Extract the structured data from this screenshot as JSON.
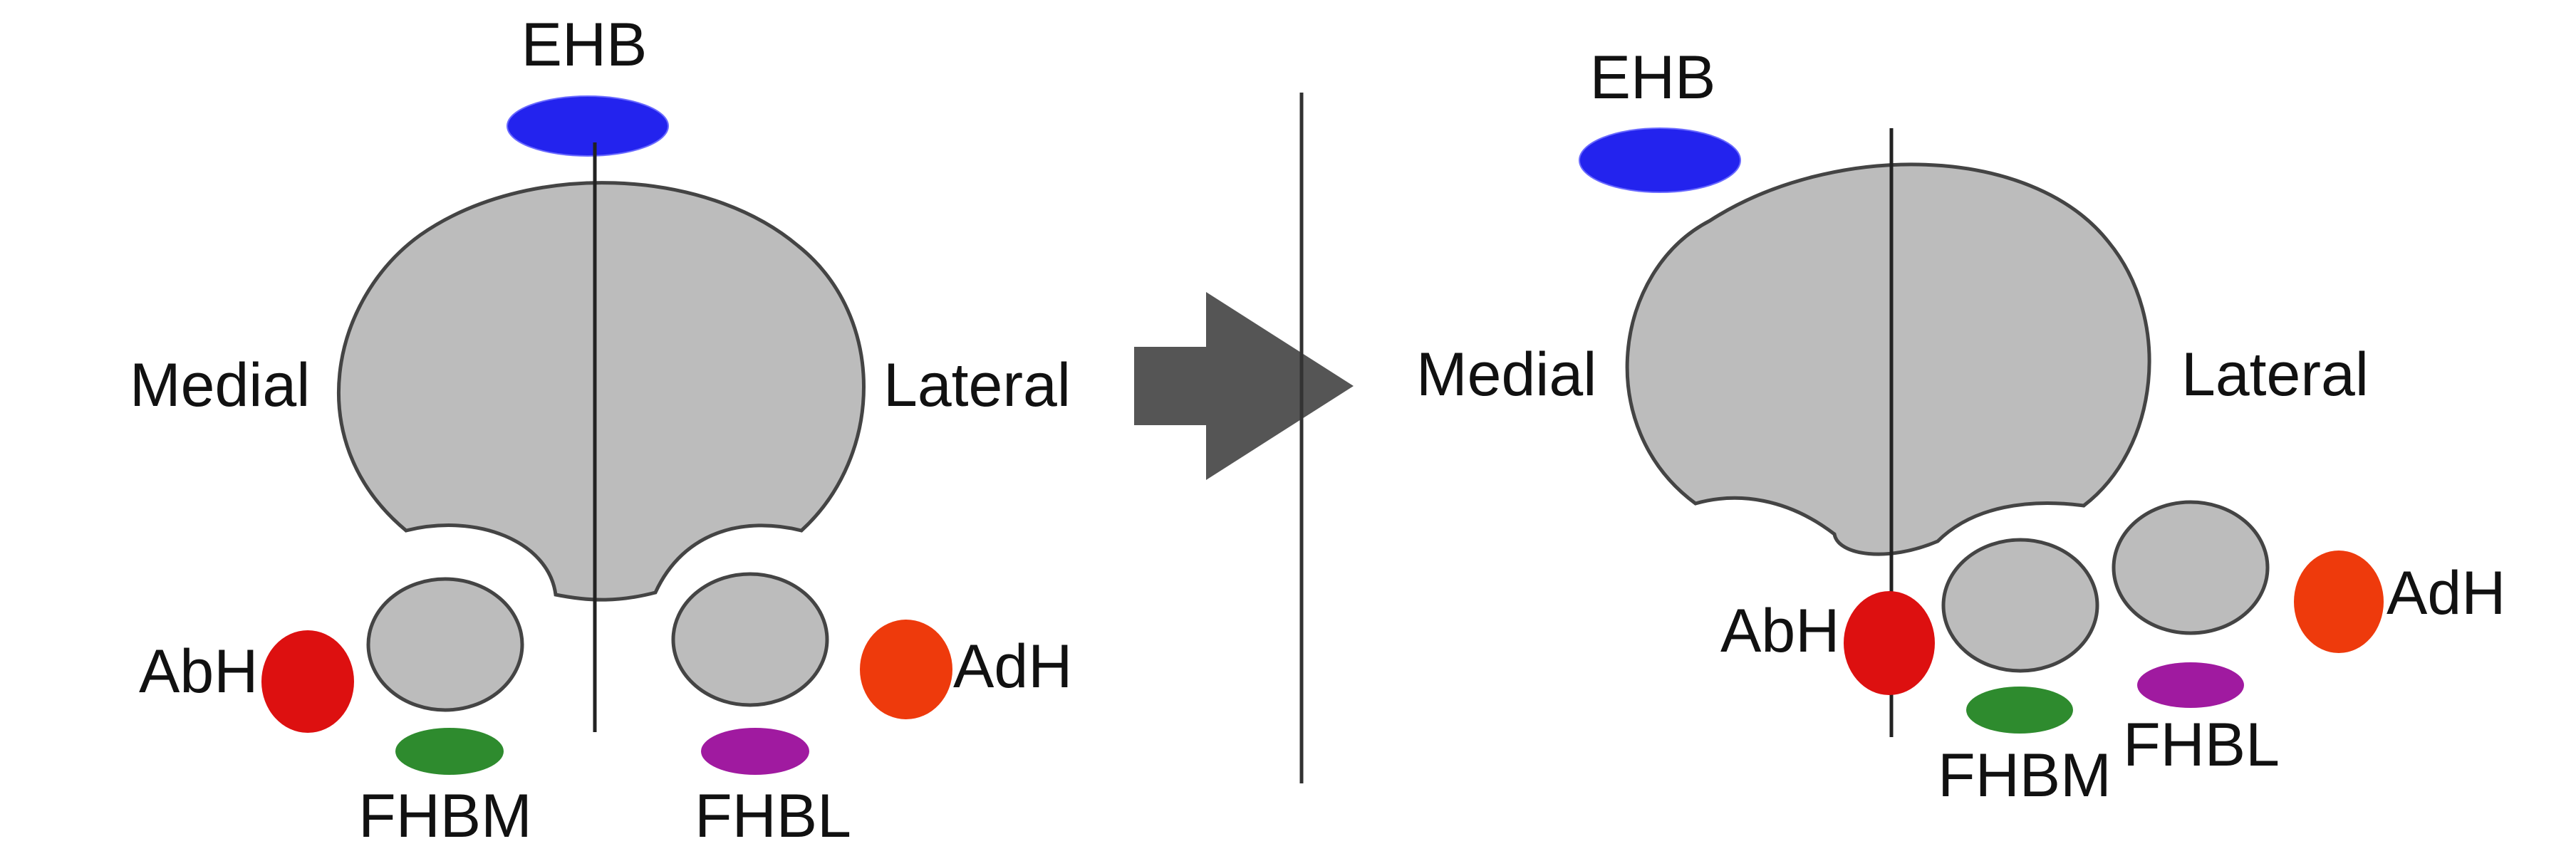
{
  "left_panel": {
    "top_label": "EHB",
    "medial_label": "Medial",
    "lateral_label": "Lateral",
    "abh_label": "AbH",
    "adh_label": "AdH",
    "fhbm_label": "FHBM",
    "fhbl_label": "FHBL"
  },
  "right_panel": {
    "top_label": "EHB",
    "medial_label": "Medial",
    "lateral_label": "Lateral",
    "abh_label": "AbH",
    "adh_label": "AdH",
    "fhbm_label": "FHBM",
    "fhbl_label": "FHBL"
  },
  "colors": {
    "ehb": "#2323ee",
    "abh": "#dd1010",
    "adh": "#ee3a0c",
    "fhbm": "#2e8b2e",
    "fhbl": "#a01aa0",
    "bone": "#bcbcbc",
    "outline": "#444444",
    "arrow": "#555555"
  }
}
